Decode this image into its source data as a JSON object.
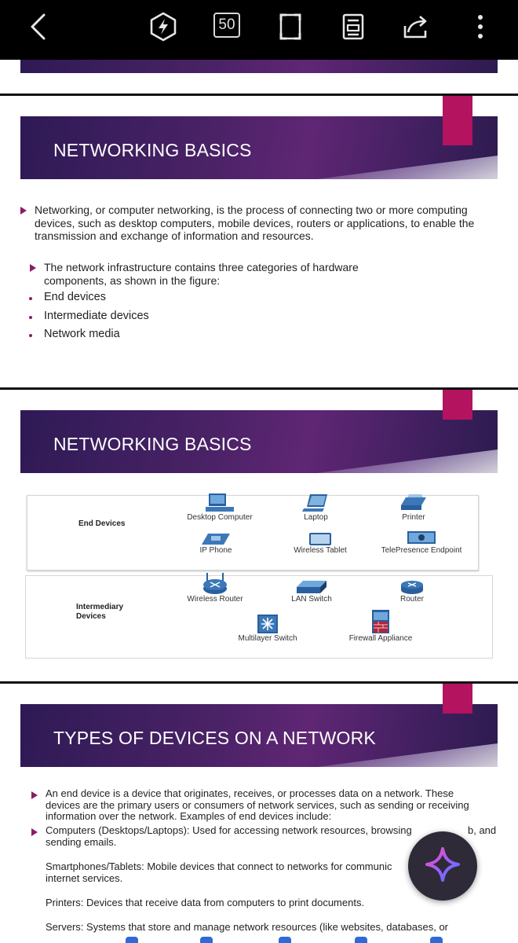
{
  "toolbar": {
    "back_icon": "chevron-left-icon",
    "speed_icon": "lightning-hexagon-icon",
    "zoom_value": "50",
    "fullscreen_icon": "fullscreen-frame-icon",
    "layout_icon": "page-layout-icon",
    "share_icon": "share-icon",
    "more_icon": "more-vertical-icon"
  },
  "slide1": {
    "title": "NETWORKING BASICS",
    "para1": "Networking, or computer networking, is the process of connecting two or more computing devices, such as desktop computers, mobile devices, routers or applications, to enable the transmission and exchange of information and resources.",
    "para2": "The network infrastructure contains three categories of hardware components, as shown in the figure:",
    "items": [
      "End devices",
      "Intermediate devices",
      "Network media"
    ]
  },
  "slide2": {
    "title": "NETWORKING BASICS",
    "end_devices_label": "End Devices",
    "end_devices": [
      "Desktop Computer",
      "Laptop",
      "Printer",
      "IP Phone",
      "Wireless Tablet",
      "TelePresence Endpoint"
    ],
    "intermediary_label": "Intermediary Devices",
    "intermediary_devices": [
      "Wireless Router",
      "LAN Switch",
      "Router",
      "Multilayer Switch",
      "Firewall Appliance"
    ]
  },
  "slide3": {
    "title": "TYPES OF DEVICES ON A NETWORK",
    "para1": "An end device is a device that originates, receives, or processes data on a network. These devices are the primary users or consumers of network services, such as sending or receiving information over the network. Examples of end devices include:",
    "para2_line1": "Computers (Desktops/Laptops): Used for accessing network resources, browsing th",
    "para2_line1_tail": "b, and",
    "para2_line2": "sending emails.",
    "para3_line1": "Smartphones/Tablets: Mobile devices that connect to networks for communic",
    "para3_line2": "internet services.",
    "para4": "Printers: Devices that receive data from computers to print documents.",
    "para5": "Servers: Systems that store and manage network resources (like websites, databases, or"
  },
  "fab": {
    "icon": "ai-sparkle-icon"
  },
  "colors": {
    "banner": "#4a2266",
    "pink_tab": "#b3135f",
    "bullet": "#8b1c6a"
  }
}
